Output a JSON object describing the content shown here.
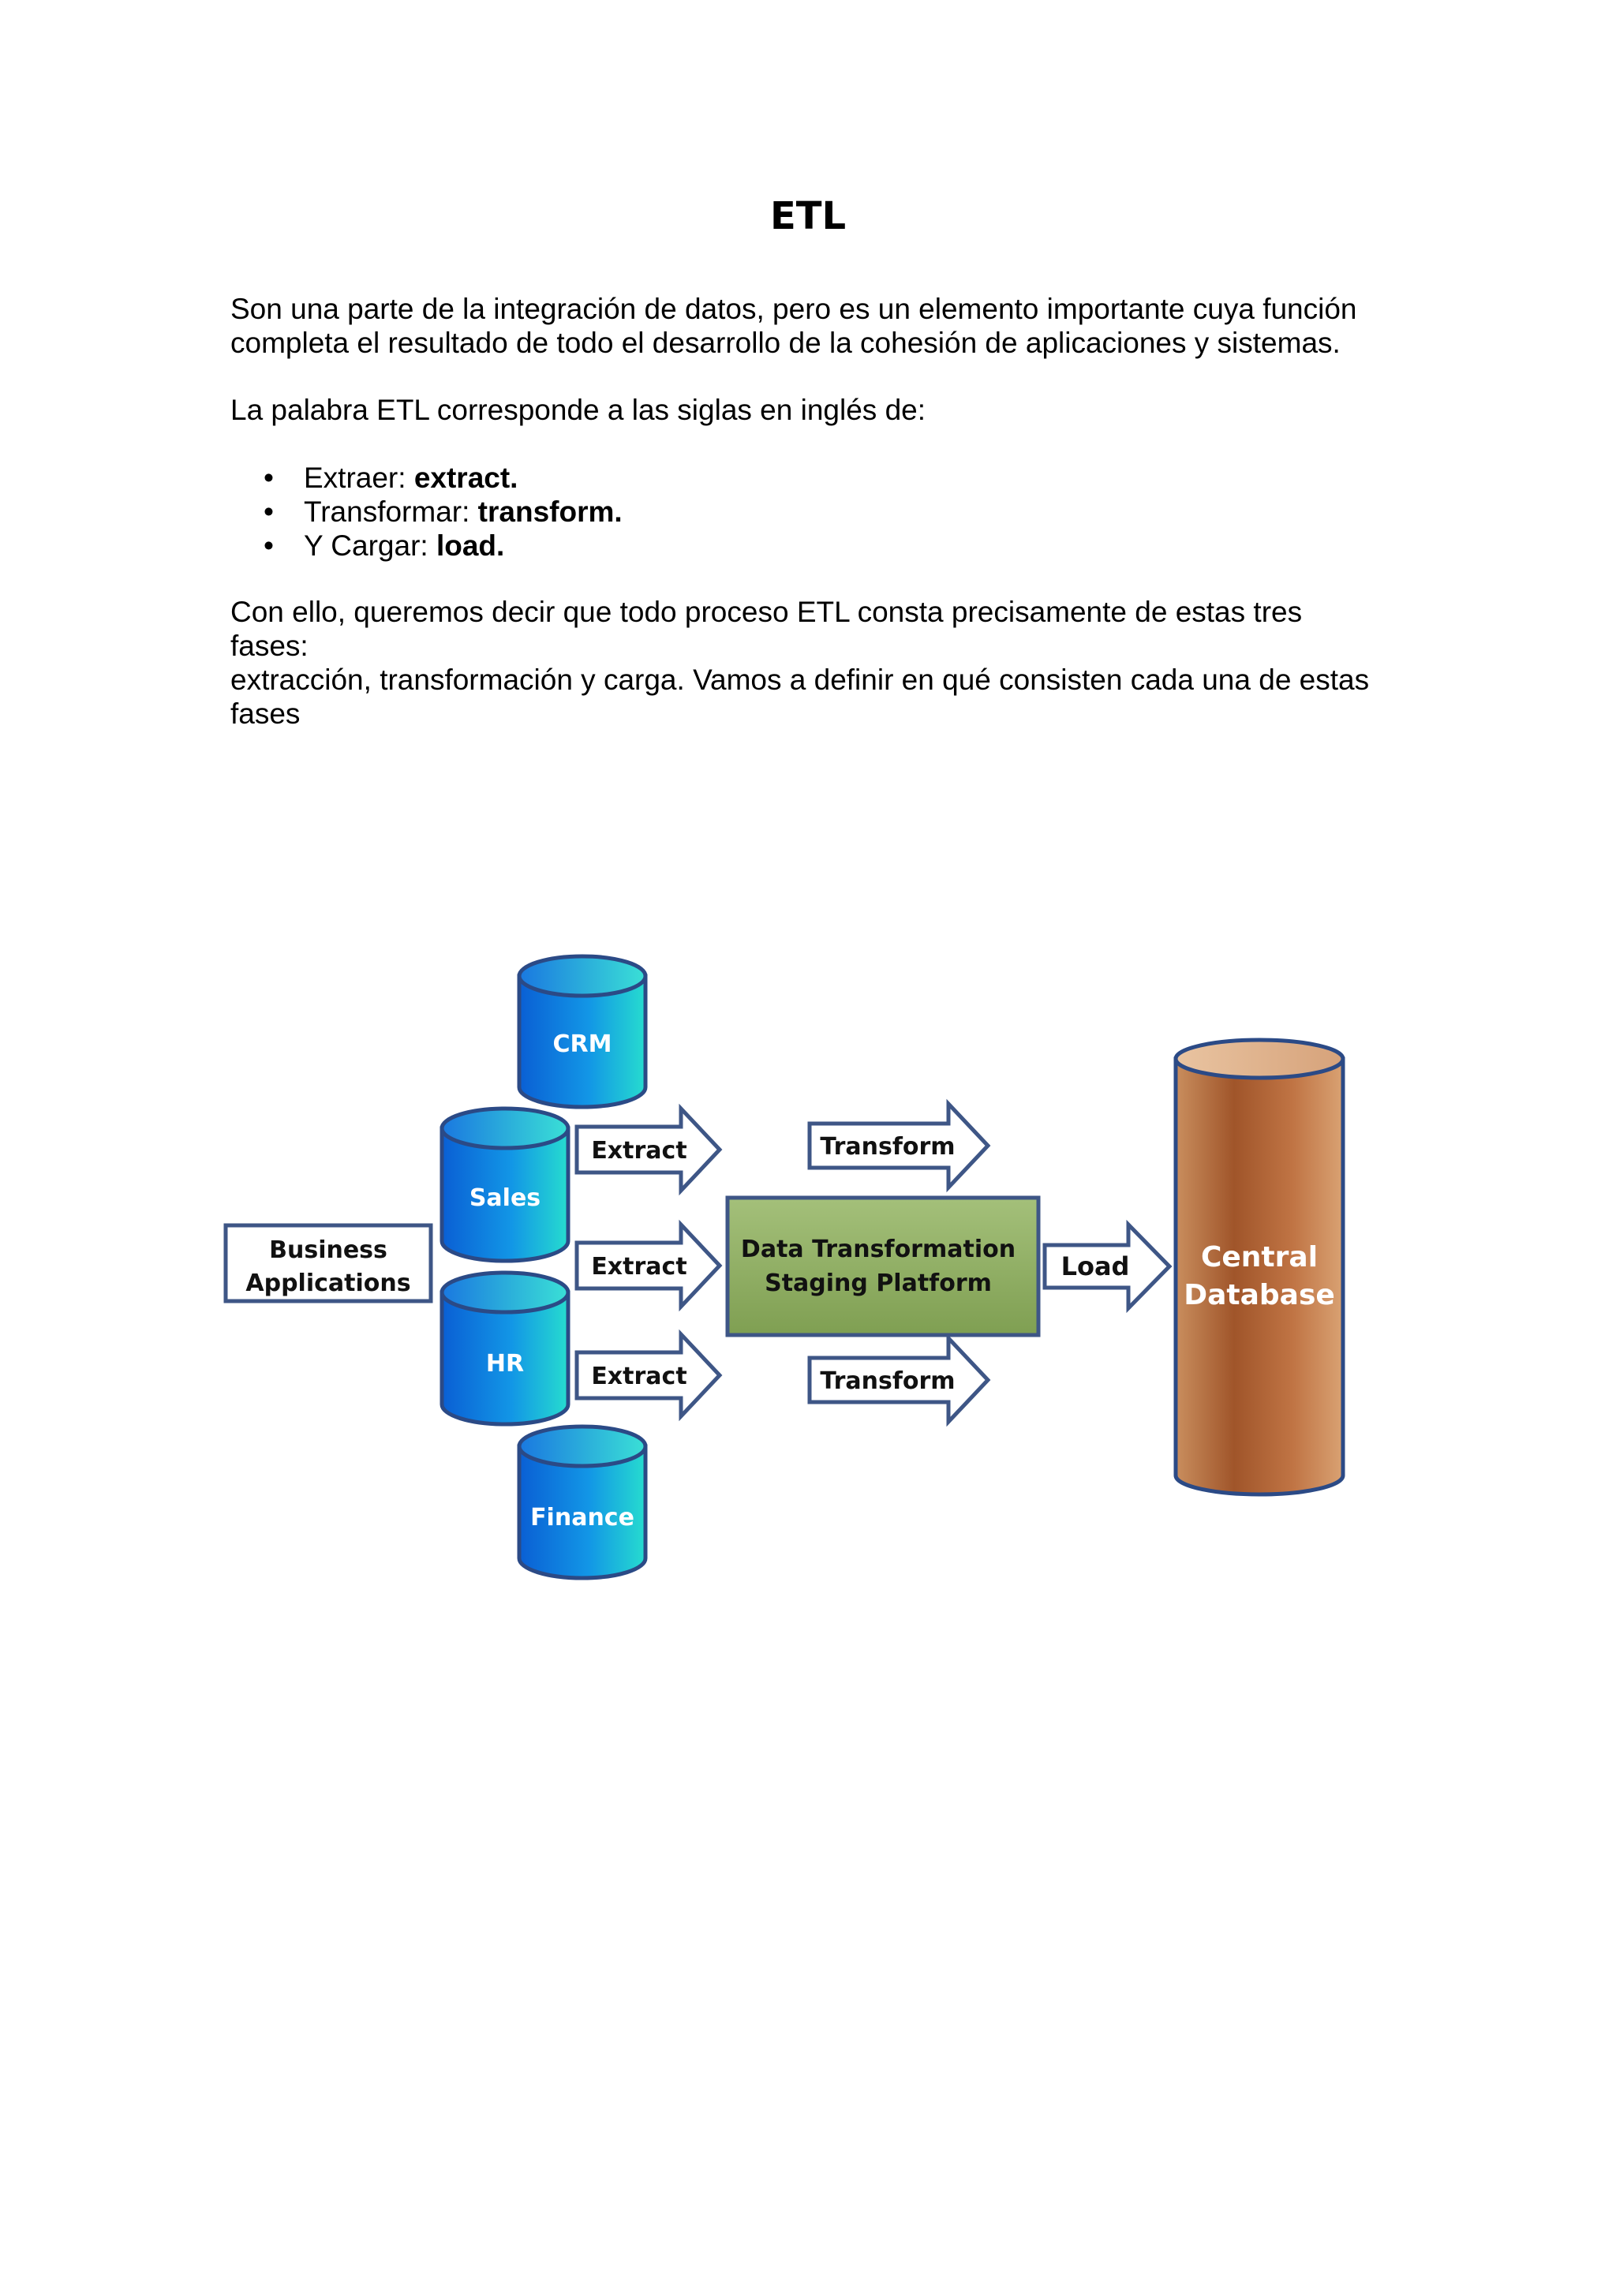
{
  "title": "ETL",
  "paragraph1_line1": "Son una parte de la integración de datos, pero es un elemento importante cuya función",
  "paragraph1_line2": "completa el resultado de todo el desarrollo de la cohesión de aplicaciones y sistemas.",
  "paragraph2": "La palabra ETL corresponde a las siglas en inglés de:",
  "bullets": [
    {
      "marker": "•",
      "label": "Extraer: ",
      "term": "extract."
    },
    {
      "marker": "•",
      "label": "Transformar: ",
      "term": "transform."
    },
    {
      "marker": "•",
      "label": "Y Cargar: ",
      "term": "load."
    }
  ],
  "paragraph3_line1": "Con ello, queremos decir que todo proceso ETL consta precisamente de estas tres fases:",
  "paragraph3_line2": "extracción, transformación y carga. Vamos a definir en qué consisten cada una de estas",
  "paragraph3_line3": "fases",
  "diagram": {
    "business_line1": "Business",
    "business_line2": "Applications",
    "sources": [
      "CRM",
      "Sales",
      "HR",
      "Finance"
    ],
    "extract_labels": [
      "Extract",
      "Extract",
      "Extract"
    ],
    "transform_labels": [
      "Transform",
      "Transform"
    ],
    "staging_line1": "Data Transformation",
    "staging_line2": "Staging Platform",
    "load_label": "Load",
    "central_line1": "Central",
    "central_line2": "Database",
    "colors": {
      "cylinder_blue_start": "#0b63d6",
      "cylinder_blue_end": "#21d5d0",
      "staging_green": "#8aab5c",
      "arrow_outline": "#3e5686",
      "central_brown": "#b5683a"
    }
  }
}
